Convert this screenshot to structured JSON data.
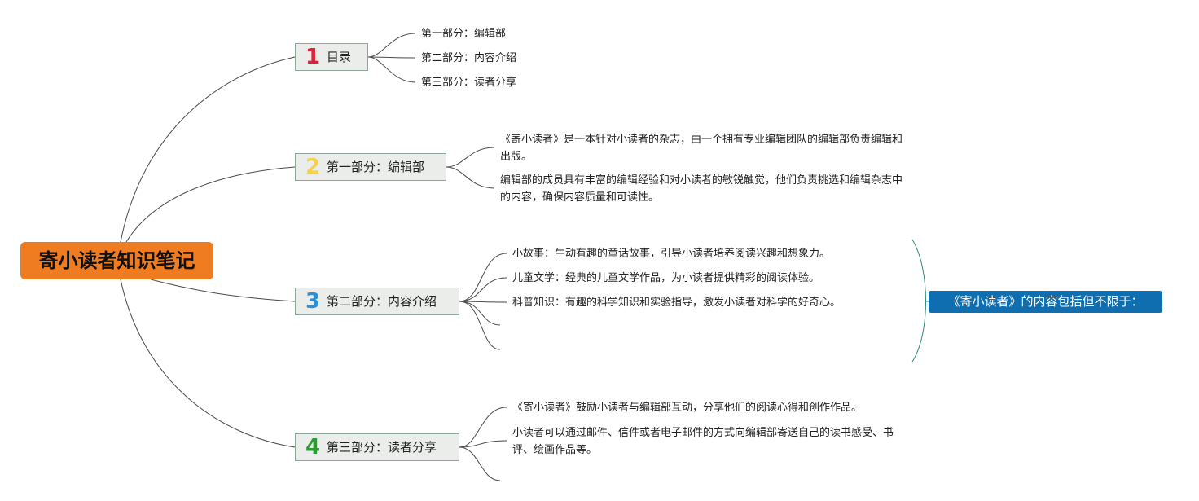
{
  "root": {
    "label": "寄小读者知识笔记"
  },
  "branches": [
    {
      "number": "1",
      "number_color": "#d9243a",
      "label": "目录",
      "leaves": [
        "第一部分：编辑部",
        "第二部分：内容介绍",
        "第三部分：读者分享"
      ]
    },
    {
      "number": "2",
      "number_color": "#f6d24a",
      "label": "第一部分：编辑部",
      "leaves": [
        "《寄小读者》是一本针对小读者的杂志，由一个拥有专业编辑团队的编辑部负责编辑和出版。",
        "编辑部的成员具有丰富的编辑经验和对小读者的敏锐触觉，他们负责挑选和编辑杂志中的内容，确保内容质量和可读性。"
      ]
    },
    {
      "number": "3",
      "number_color": "#2b8fd6",
      "label": "第二部分：内容介绍",
      "leaves": [
        "小故事：生动有趣的童话故事，引导小读者培养阅读兴趣和想象力。",
        "儿童文学：经典的儿童文学作品，为小读者提供精彩的阅读体验。",
        "科普知识：有趣的科学知识和实验指导，激发小读者对科学的好奇心。",
        "",
        ""
      ],
      "summary": "《寄小读者》的内容包括但不限于："
    },
    {
      "number": "4",
      "number_color": "#2e9a36",
      "label": "第三部分：读者分享",
      "leaves": [
        "《寄小读者》鼓励小读者与编辑部互动，分享他们的阅读心得和创作作品。",
        "小读者可以通过邮件、信件或者电子邮件的方式向编辑部寄送自己的读书感受、书评、绘画作品等。",
        ""
      ]
    }
  ],
  "colors": {
    "root_fill": "#f07c22",
    "branch_fill": "#ebedeb",
    "branch_border": "#8aa79a",
    "connector": "#4a4a4a",
    "summary_fill": "#0e6eb0",
    "summary_bracket": "#2f8a7a"
  }
}
